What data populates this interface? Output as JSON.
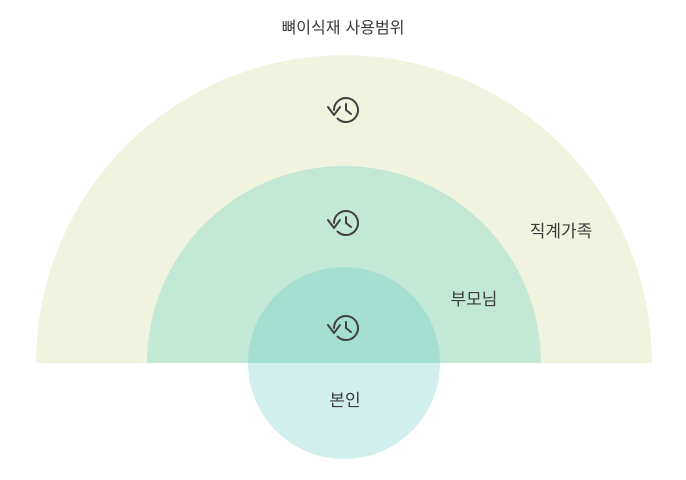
{
  "title": "뼈이식재 사용범위",
  "zones": {
    "outer": {
      "label": "직계가족",
      "color": "#F0F4DF",
      "icon": "reuse-cycle-icon"
    },
    "middle": {
      "label": "부모님",
      "color": "#C3E8D6",
      "icon": "reuse-cycle-icon"
    },
    "inner": {
      "label": "본인",
      "color": "#A4DFD2",
      "lower_color": "#D1EFEC",
      "icon": "reuse-cycle-icon"
    }
  },
  "icon_color": "#404040"
}
